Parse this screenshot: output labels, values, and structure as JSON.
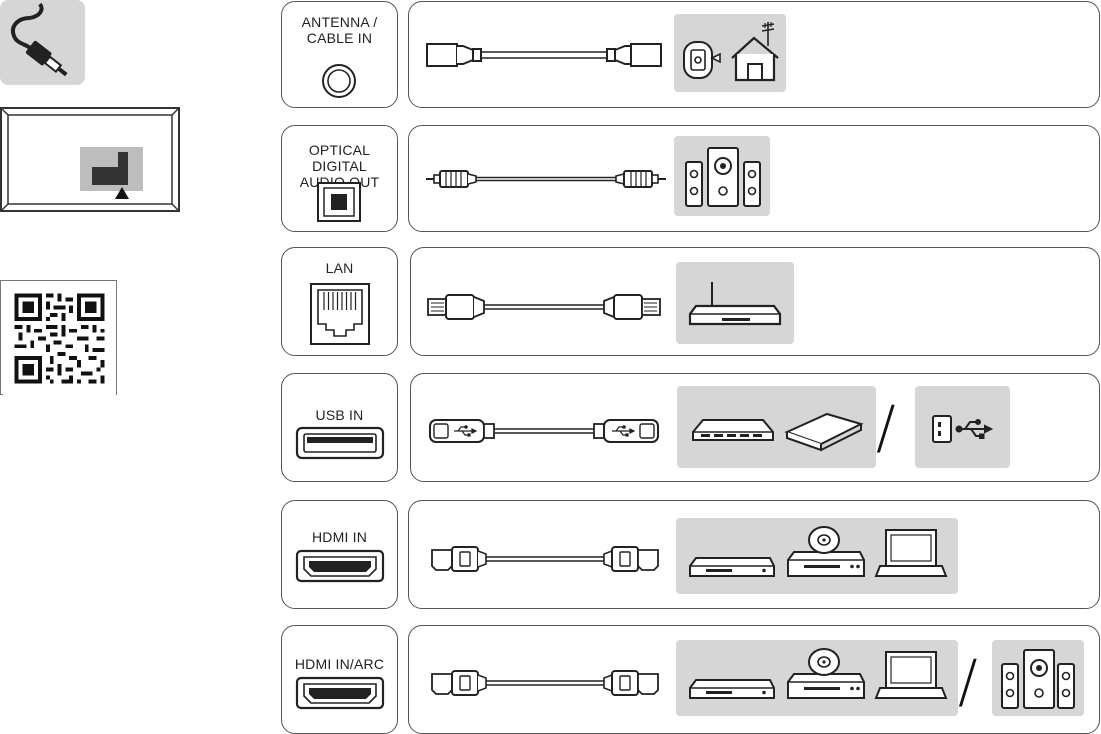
{
  "ports": {
    "antenna": {
      "line1": "ANTENNA /",
      "line2": "CABLE IN"
    },
    "optical": {
      "line1": "OPTICAL DIGITAL",
      "line2": "AUDIO  OUT"
    },
    "lan": {
      "line1": "LAN"
    },
    "usb": {
      "line1": "USB IN"
    },
    "hdmi": {
      "line1": "HDMI IN"
    },
    "hdmi_arc": {
      "line1": "HDMI IN/ARC"
    }
  },
  "separators": {
    "usb": "/",
    "hdmi_arc": "/"
  },
  "colors": {
    "tile": "#d6d6d6",
    "stroke": "#555555",
    "icon": "#222222"
  }
}
